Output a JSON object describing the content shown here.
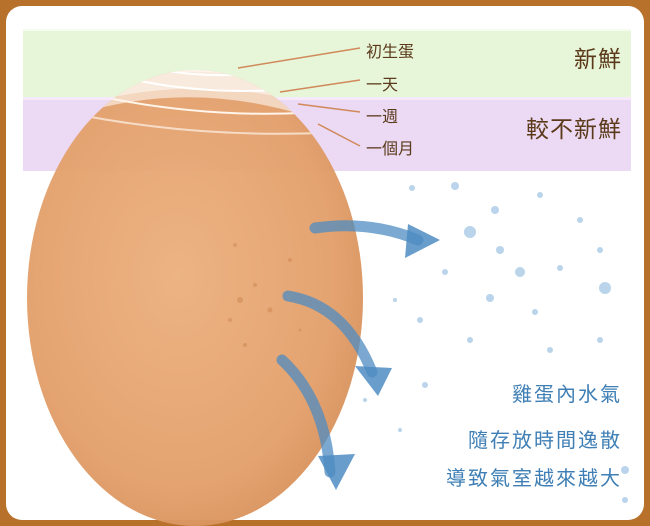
{
  "diagram": {
    "title": "Egg air cell growth over time",
    "bands": {
      "fresh": {
        "label": "新鮮",
        "color": "#e7f5d8"
      },
      "stale": {
        "label": "較不新鮮",
        "color": "#ecd9f3"
      }
    },
    "air_cell_labels": [
      {
        "label": "初生蛋"
      },
      {
        "label": "一天"
      },
      {
        "label": "一週"
      },
      {
        "label": "一個月"
      }
    ],
    "caption_lines": [
      "雞蛋內水氣",
      "隨存放時間逸散",
      "導致氣室越來越大"
    ],
    "colors": {
      "frame": "#b8712b",
      "egg": "#e6a674",
      "leader_line": "#d08a5a",
      "arrow": "#4f8cc2",
      "caption": "#3f7fb5",
      "label_text": "#5a3a1a"
    }
  }
}
